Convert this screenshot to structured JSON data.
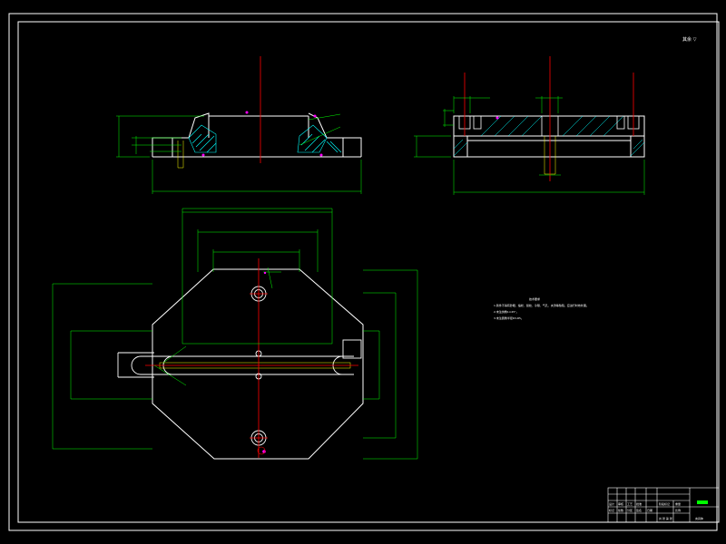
{
  "drawing": {
    "background": "#000000",
    "colors": {
      "outline": "#ffffff",
      "dimension": "#00ff00",
      "centerline": "#ff0000",
      "hatch": "#00ffff",
      "hidden": "#ffff00",
      "marker": "#ff00ff",
      "accent": "#0000ff"
    },
    "notes_title": "技术要求",
    "notes": [
      "1.铸件不得有砂眼、缩松、裂纹、冷隔、气孔、夹渣等缺陷，应进行时效处理。",
      "2.未注倒角1×45°。",
      "3.未注圆角半径R3-R5。"
    ],
    "roughness_symbol": "其余 ▽",
    "title_block": {
      "labels": [
        "设计",
        "审核",
        "工艺",
        "批准",
        "标记",
        "处数",
        "分区",
        "签名",
        "日期"
      ],
      "stage": "阶段标记",
      "weight": "重量",
      "scale": "比例",
      "sheet": "共 张 第 张",
      "drawing_no": "夹具体"
    }
  }
}
